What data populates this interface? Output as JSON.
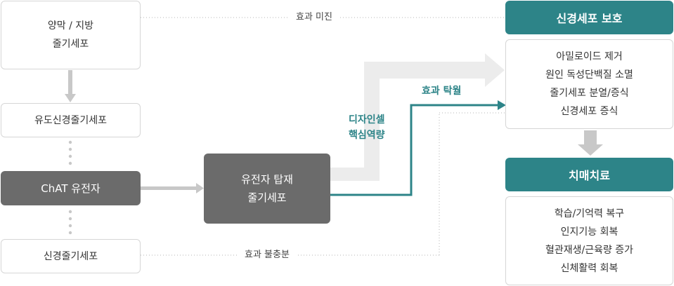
{
  "cell_types": {
    "amniotic_fat_stem_cell": [
      "양막 / 지방",
      "줄기세포"
    ],
    "induced_neural_stem_cell": "유도신경줄기세포",
    "chat_gene": "ChAT 유전자",
    "neural_stem_cell": "신경줄기세포",
    "gene_loaded_stem_cell": [
      "유전자 탑재",
      "줄기세포"
    ]
  },
  "links": {
    "insufficient_effect": "효과 미진",
    "lacking_effect": "효과 불충분",
    "superior_effect": "효과 탁월",
    "core_capability": [
      "디자인셀",
      "핵심역량"
    ]
  },
  "outcomes": {
    "neuroprotection": {
      "title": "신경세포 보호",
      "items": [
        "아밀로이드 제거",
        "원인 독성단백질 소멸",
        "줄기세포 분열/증식",
        "신경세포 증식"
      ]
    },
    "dementia_treatment": {
      "title": "치매치료",
      "items": [
        "학습/기억력 복구",
        "인지기능 회복",
        "혈관재생/근육량 증가",
        "신체활력 회복"
      ]
    }
  },
  "colors": {
    "teal": "#2d8488",
    "dark_gray": "#6b6b6b",
    "light_gray_arrow": "#c8c8c8",
    "faint_gray_arrow": "#ececec",
    "border": "#d6d6d6"
  }
}
